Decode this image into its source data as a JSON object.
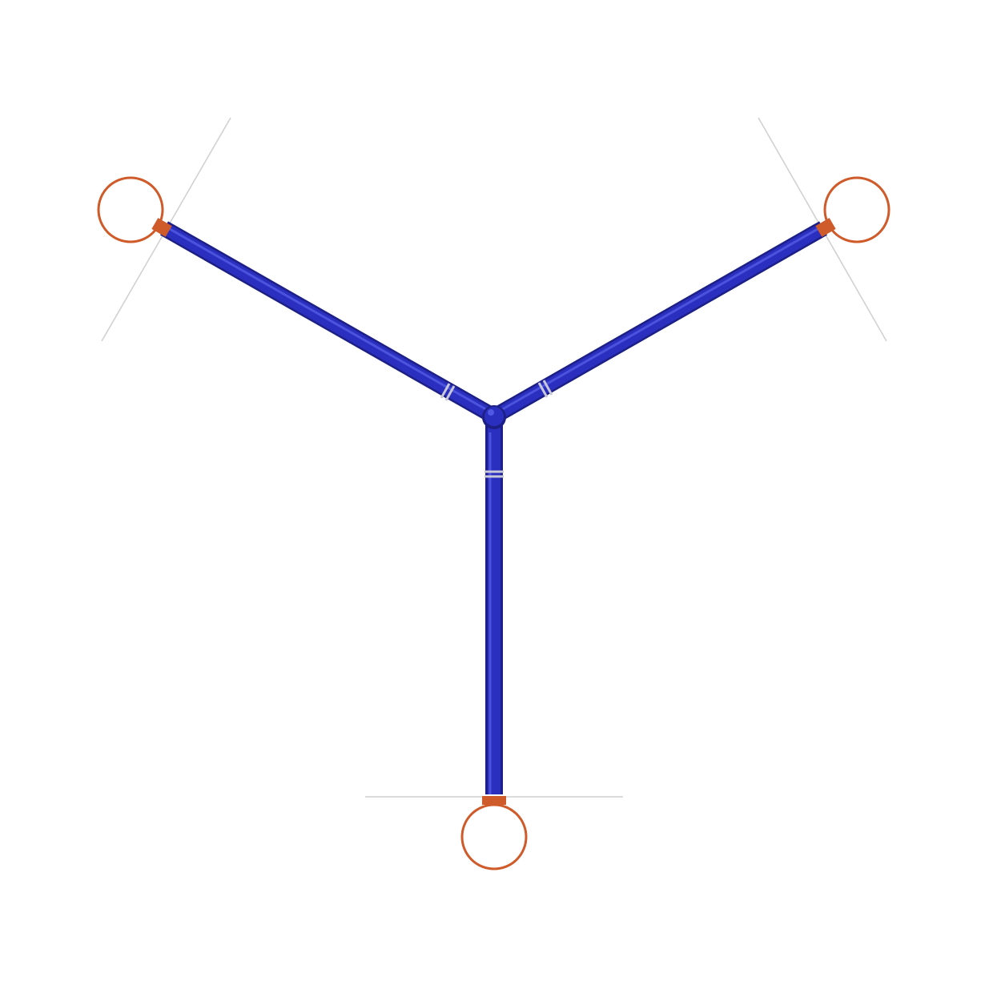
{
  "product_view": "top",
  "colors": {
    "background": "#ffffff",
    "frame": "#2b2fbf",
    "frame_shadow": "#1c1f86",
    "frame_highlight": "#5a62ea",
    "hoop": "#cf5a2a",
    "clamp": "#c8c8d8",
    "guide_line": "#cfcfcf"
  },
  "arms": [
    {
      "id": "arm-left",
      "direction": "upper-left"
    },
    {
      "id": "arm-right",
      "direction": "upper-right"
    },
    {
      "id": "arm-bottom",
      "direction": "down"
    }
  ],
  "hoops": [
    {
      "id": "hoop-left",
      "icon": "basketball-hoop-icon"
    },
    {
      "id": "hoop-right",
      "icon": "basketball-hoop-icon"
    },
    {
      "id": "hoop-bottom",
      "icon": "basketball-hoop-icon"
    }
  ]
}
